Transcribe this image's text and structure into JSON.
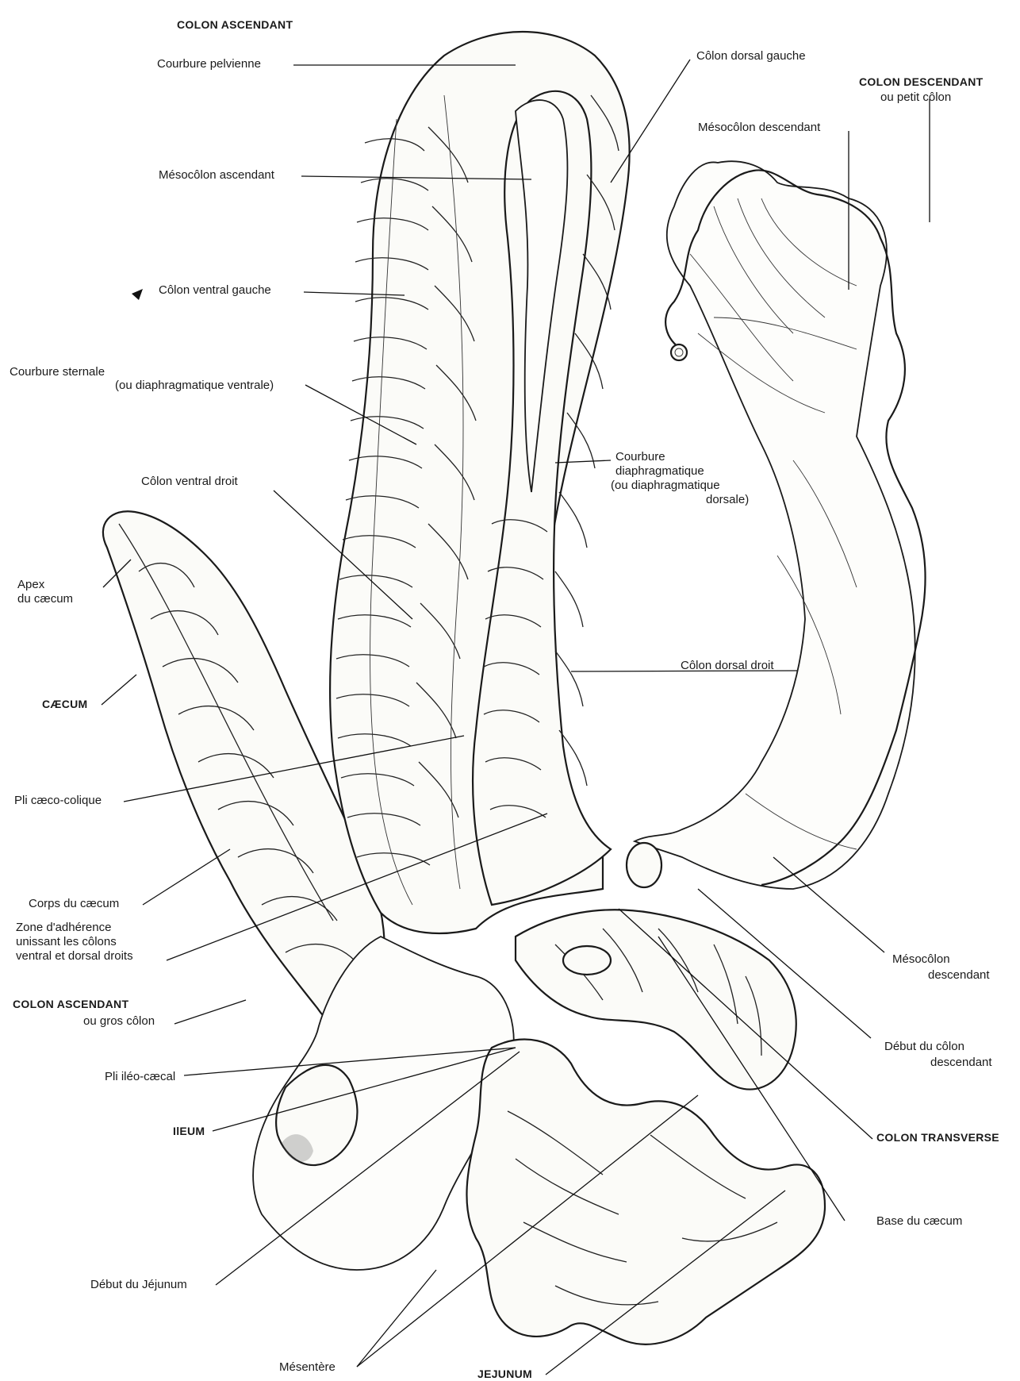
{
  "labels": {
    "colon_ascendant_top": "COLON ASCENDANT",
    "courbure_pelvienne": "Courbure pelvienne",
    "colon_dorsal_gauche": "Côlon dorsal gauche",
    "colon_descendant": "COLON DESCENDANT",
    "ou_petit_colon": "ou petit côlon",
    "mesocolon_descendant_top": "Mésocôlon descendant",
    "mesocolon_ascendant": "Mésocôlon ascendant",
    "colon_ventral_gauche": "Côlon ventral gauche",
    "courbure_sternale": "Courbure sternale",
    "courbure_sternale_2": "(ou diaphragmatique ventrale)",
    "courbure_diaphragmatique_1": "Courbure",
    "courbure_diaphragmatique_2": "diaphragmatique",
    "courbure_diaphragmatique_3": "(ou diaphragmatique",
    "courbure_diaphragmatique_4": "dorsale)",
    "colon_ventral_droit": "Côlon ventral droit",
    "apex_1": "Apex",
    "apex_2": "du cæcum",
    "colon_dorsal_droit": "Côlon dorsal droit",
    "caecum": "CÆCUM",
    "pli_caeco_colique": "Pli cæco-colique",
    "corps_du_caecum": "Corps du cæcum",
    "zone_1": "Zone d'adhérence",
    "zone_2": "unissant les côlons",
    "zone_3": "ventral et dorsal droits",
    "colon_ascendant_bottom": "COLON ASCENDANT",
    "ou_gros_colon": "ou gros côlon",
    "mesocolon_descendant_bottom_1": "Mésocôlon",
    "mesocolon_descendant_bottom_2": "descendant",
    "debut_colon_desc_1": "Début du côlon",
    "debut_colon_desc_2": "descendant",
    "pli_ileo_caecal": "Pli iléo-cæcal",
    "ileum": "IlEUM",
    "colon_transverse": "COLON TRANSVERSE",
    "base_du_caecum": "Base du cæcum",
    "debut_du_jejunum": "Début du Jéjunum",
    "mesentere": "Mésentère",
    "jejunum": "JEJUNUM"
  },
  "colors": {
    "ink": "#1a1a1a",
    "paper": "#ffffff"
  }
}
